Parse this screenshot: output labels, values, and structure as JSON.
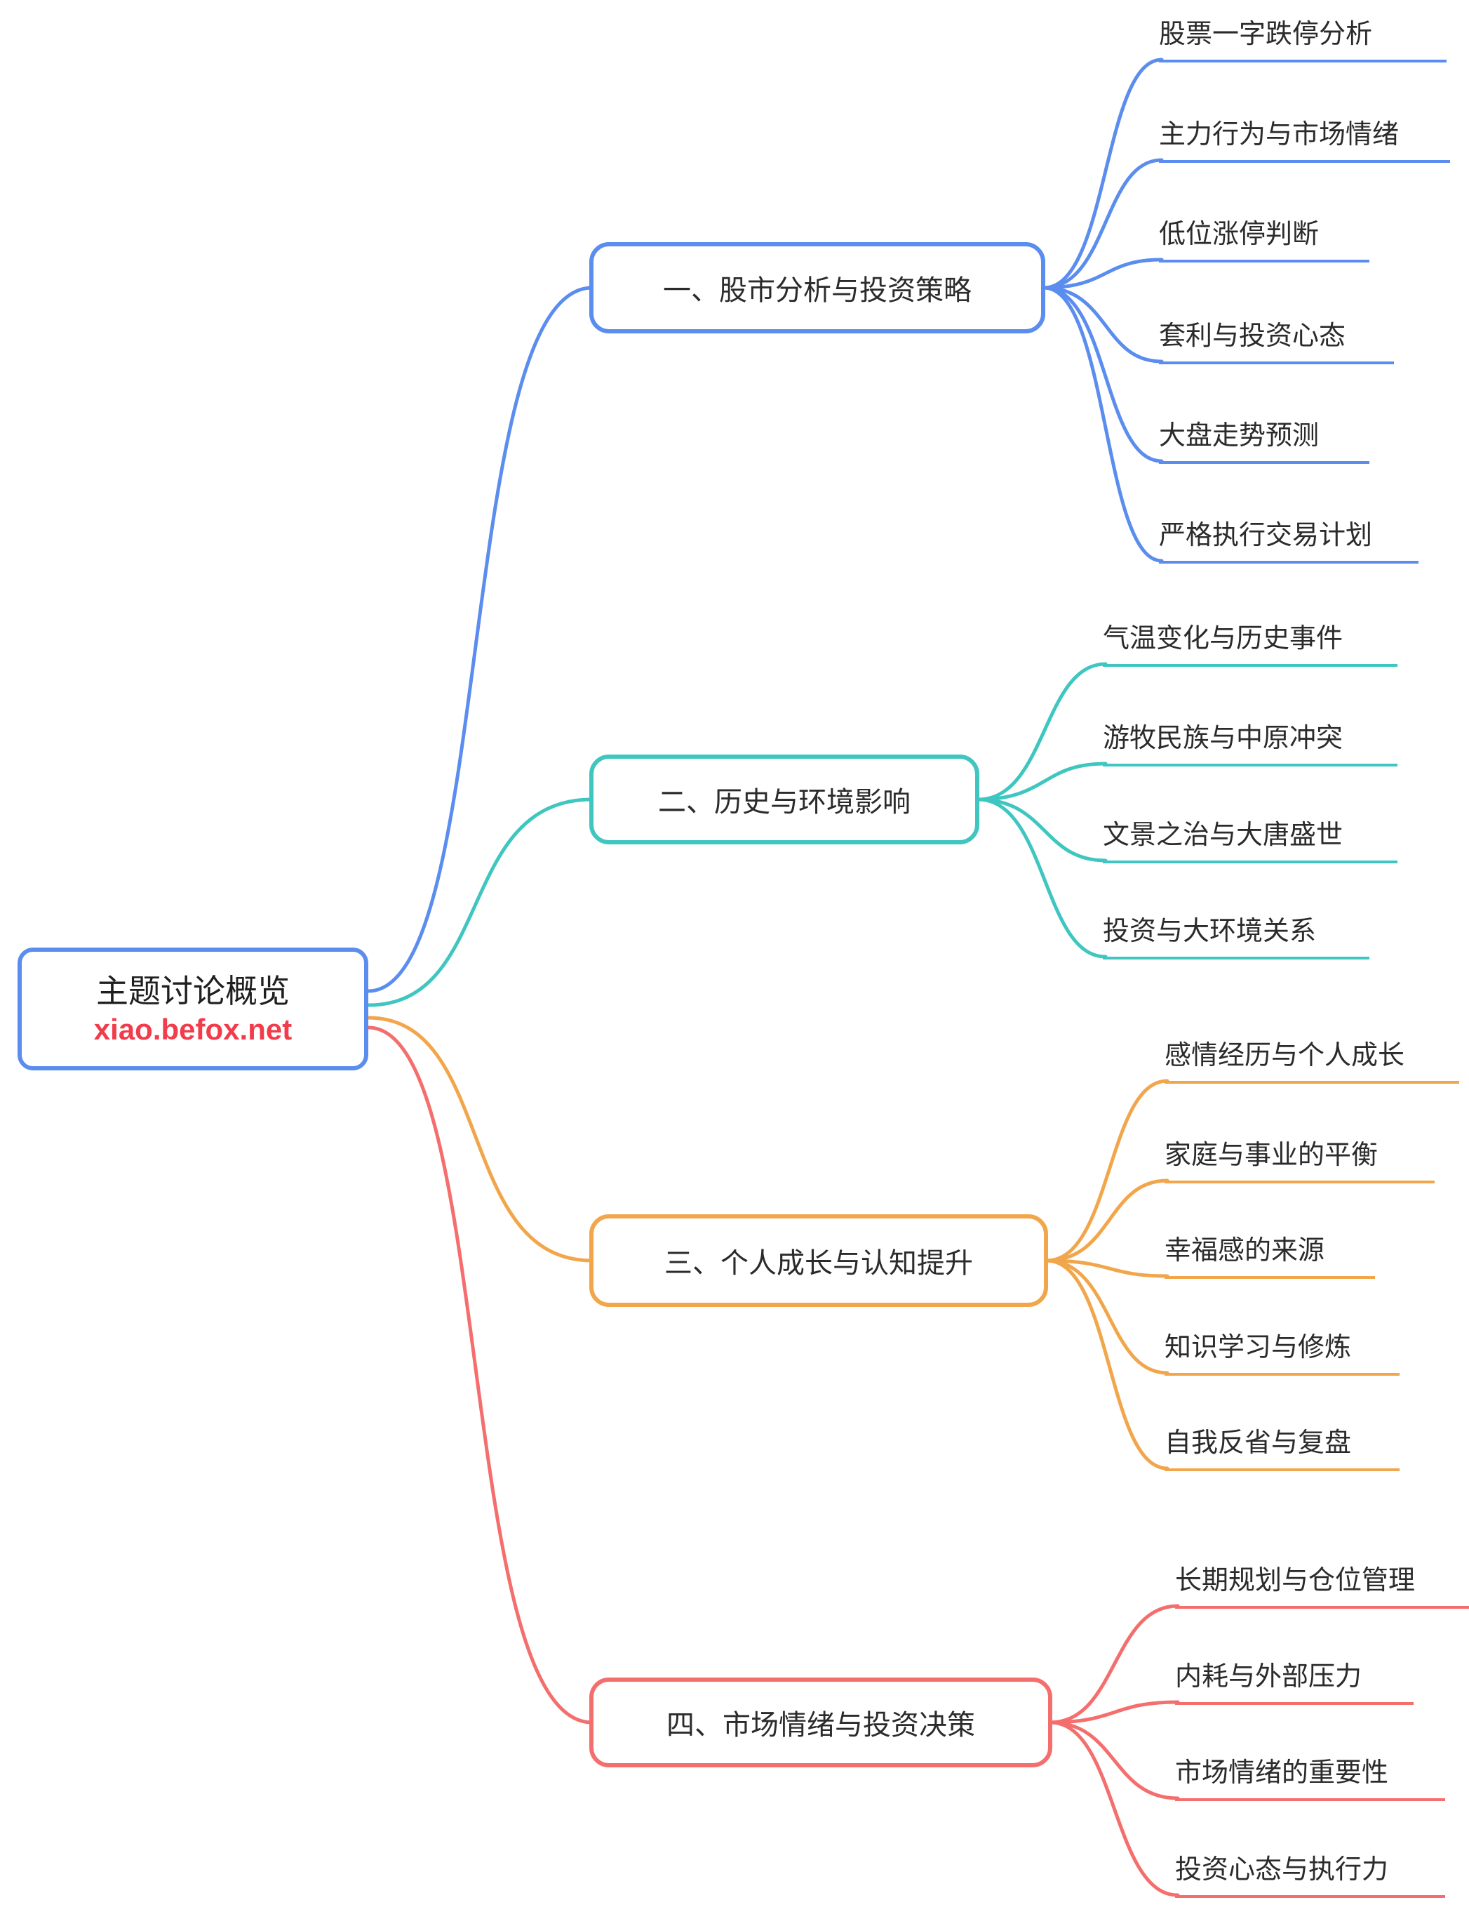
{
  "root": {
    "title": "主题讨论概览",
    "subtitle": "xiao.befox.net",
    "border_color": "#5B8DEF",
    "subtitle_color": "#F23B4B"
  },
  "branches": [
    {
      "label": "一、股市分析与投资策略",
      "color": "#5B8DEF",
      "children": [
        "股票一字跌停分析",
        "主力行为与市场情绪",
        "低位涨停判断",
        "套利与投资心态",
        "大盘走势预测",
        "严格执行交易计划"
      ]
    },
    {
      "label": "二、历史与环境影响",
      "color": "#3FC6C0",
      "children": [
        "气温变化与历史事件",
        "游牧民族与中原冲突",
        "文景之治与大唐盛世",
        "投资与大环境关系"
      ]
    },
    {
      "label": "三、个人成长与认知提升",
      "color": "#F2A64B",
      "children": [
        "感情经历与个人成长",
        "家庭与事业的平衡",
        "幸福感的来源",
        "知识学习与修炼",
        "自我反省与复盘"
      ]
    },
    {
      "label": "四、市场情绪与投资决策",
      "color": "#F56E6E",
      "children": [
        "长期规划与仓位管理",
        "内耗与外部压力",
        "市场情绪的重要性",
        "投资心态与执行力"
      ]
    }
  ]
}
